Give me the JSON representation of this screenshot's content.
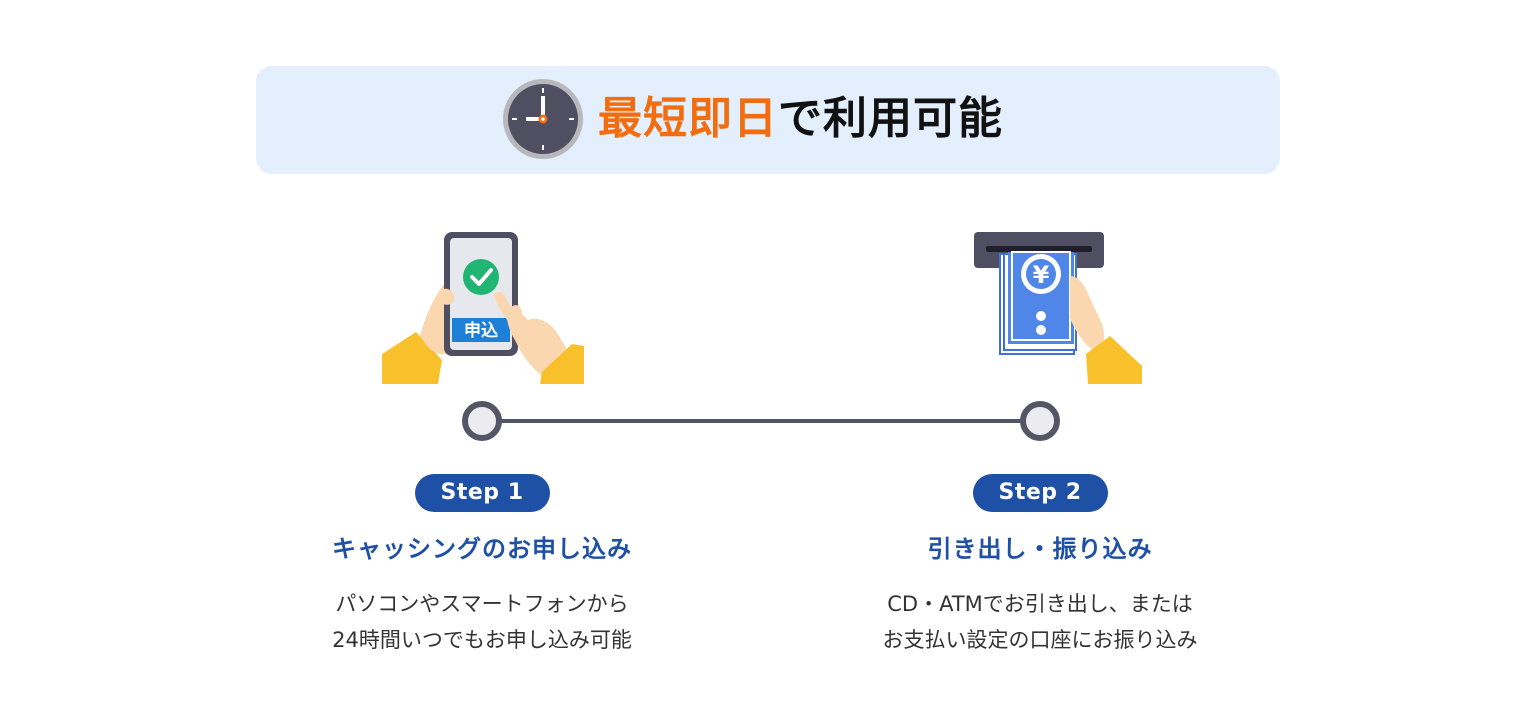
{
  "banner": {
    "highlight": "最短即日",
    "rest": "で利用可能"
  },
  "illustrations": {
    "phone_button_label": "申込",
    "atm_note_symbol": "¥"
  },
  "steps": [
    {
      "badge": "Step 1",
      "title": "キャッシングのお申し込み",
      "desc": [
        "パソコンやスマートフォンから",
        "24時間いつでもお申し込み可能"
      ]
    },
    {
      "badge": "Step 2",
      "title": "引き出し・振り込み",
      "desc": [
        "CD・ATMでお引き出し、または",
        "お支払い設定の口座にお振り込み"
      ]
    }
  ],
  "colors": {
    "banner_bg": "#e3effc",
    "highlight": "#f26d0f",
    "primary_blue": "#1e50a6",
    "timeline": "#555566",
    "sleeve": "#f8c12c",
    "skin": "#fbd7b0",
    "check_green": "#21b573",
    "note_blue": "#4f86e8"
  }
}
